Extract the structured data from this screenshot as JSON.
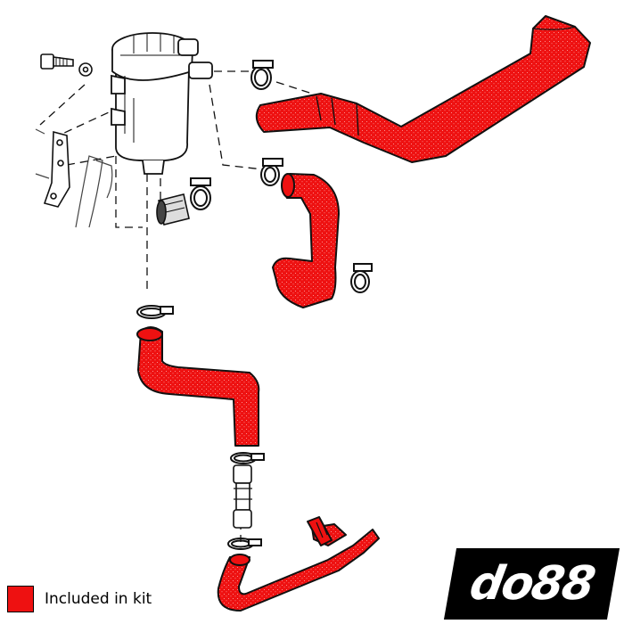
{
  "colors": {
    "kit_red": "#ee1111",
    "line": "#111111",
    "background": "#ffffff",
    "logo_bg": "#000000",
    "logo_text": "#ffffff"
  },
  "legend": {
    "label": "Included in kit",
    "swatch_color": "#ee1111"
  },
  "logo": {
    "text": "do88"
  },
  "parts": [
    {
      "id": "oil-catch-can",
      "in_kit": false
    },
    {
      "id": "breather-hose-upper-long",
      "in_kit": true
    },
    {
      "id": "breather-hose-mid-bend",
      "in_kit": true
    },
    {
      "id": "drain-hose-lower",
      "in_kit": true
    },
    {
      "id": "return-hose-bottom",
      "in_kit": true
    },
    {
      "id": "hose-clamps",
      "in_kit": false
    },
    {
      "id": "connector-pipe",
      "in_kit": false
    },
    {
      "id": "mounting-bracket",
      "in_kit": false
    },
    {
      "id": "bolt-and-washer",
      "in_kit": false
    }
  ]
}
